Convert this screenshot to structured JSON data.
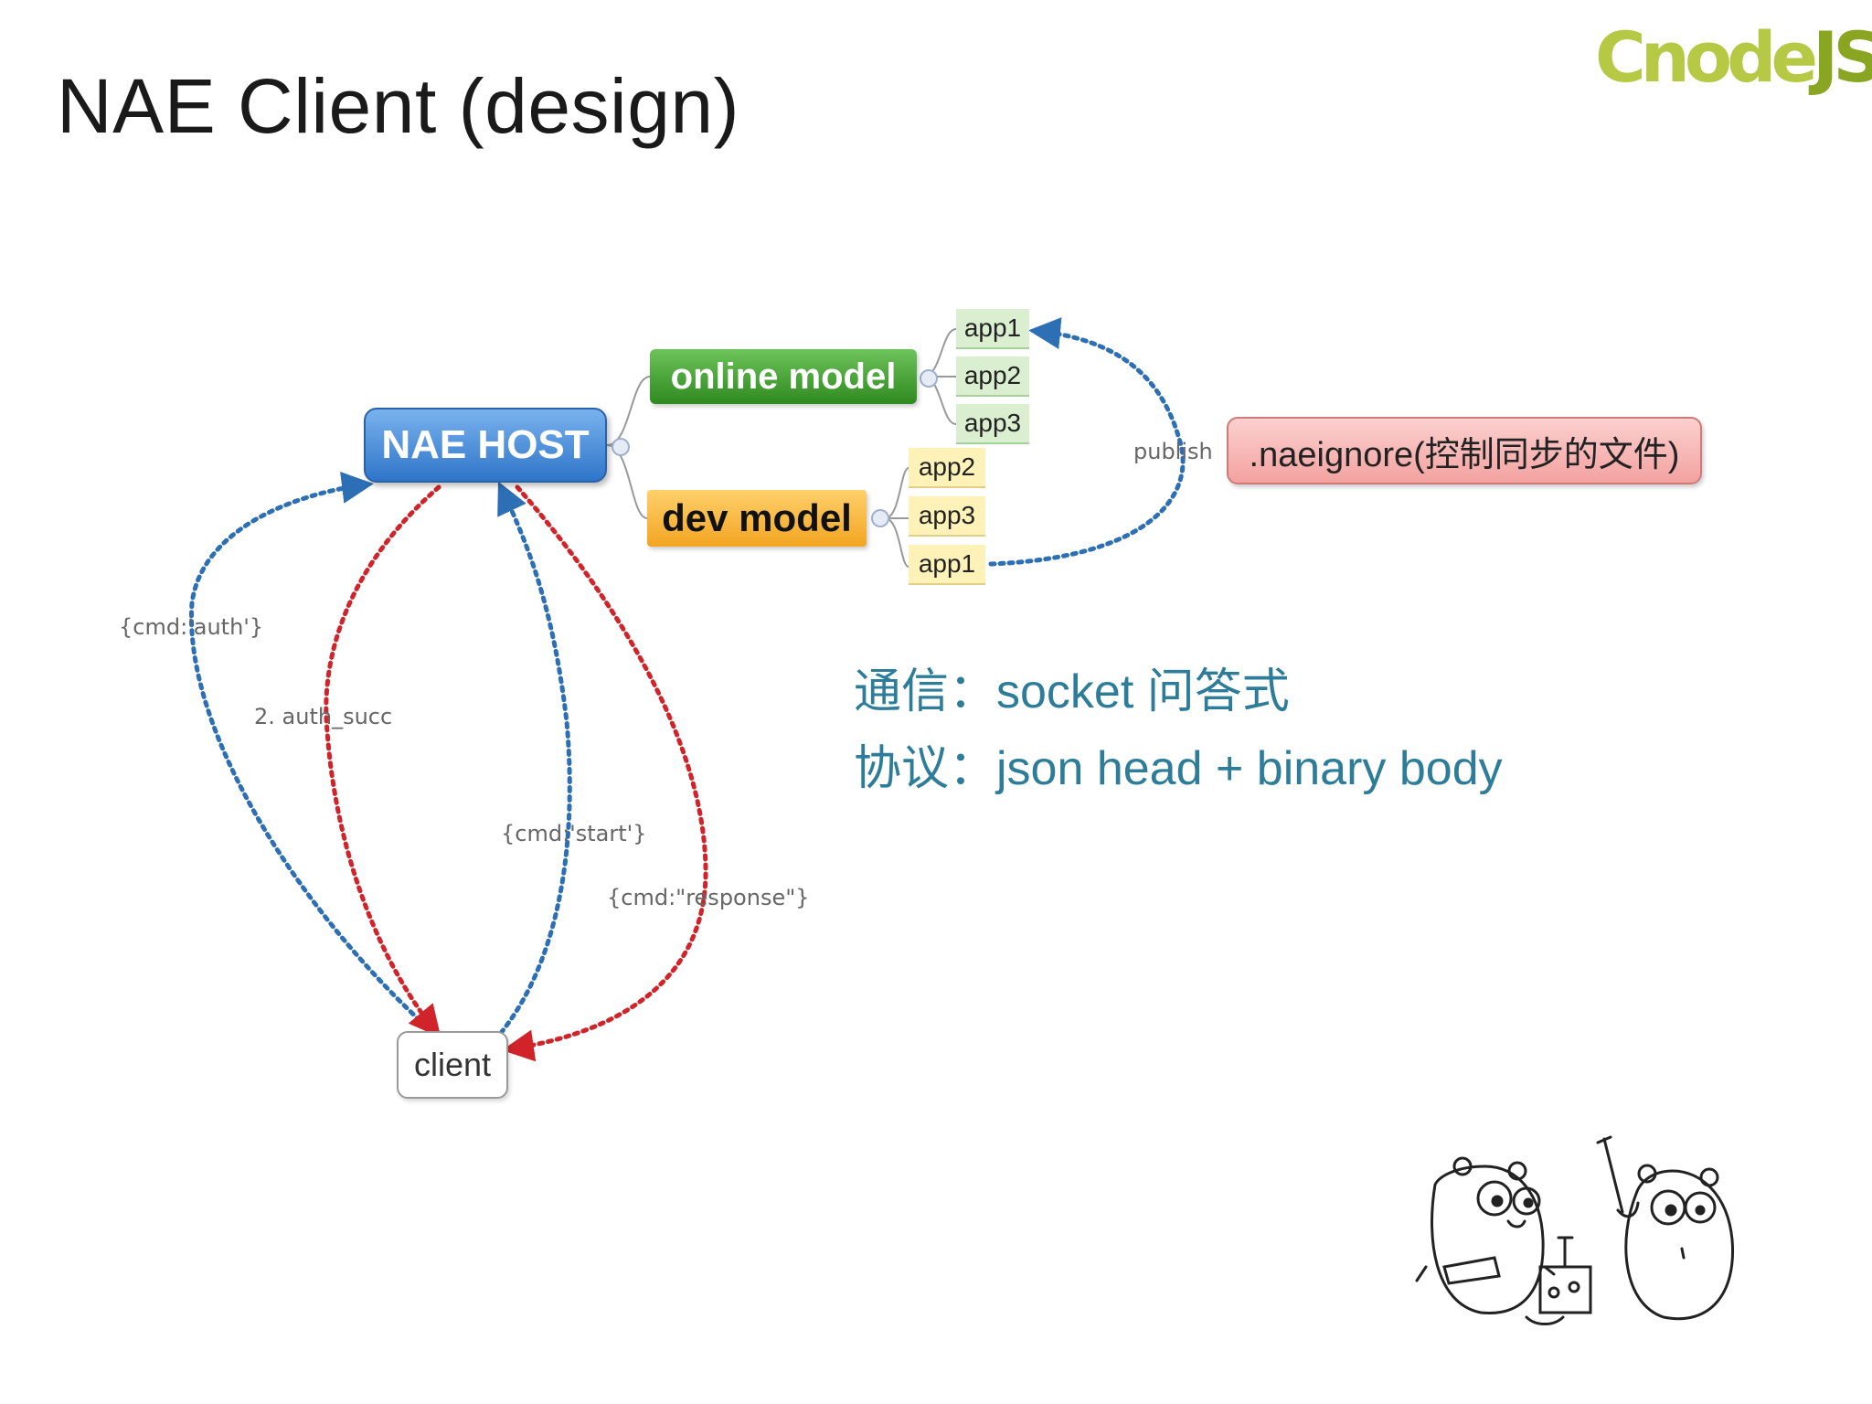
{
  "slide": {
    "title": "NAE Client (design)",
    "logo": {
      "prefix": "Cnode",
      "suffix": "JS"
    }
  },
  "diagram": {
    "host": "NAE HOST",
    "online_model": {
      "label": "online model",
      "apps": [
        "app1",
        "app2",
        "app3"
      ]
    },
    "dev_model": {
      "label": "dev model",
      "apps": [
        "app2",
        "app3",
        "app1"
      ]
    },
    "naeignore": ".naeignore(控制同步的文件)",
    "publish_label": "publish",
    "client": "client",
    "edge_labels": {
      "auth": "{cmd:'auth'}",
      "auth_succ": "2. auth_succ",
      "start": "{cmd:'start'}",
      "response": "{cmd:\"response\"}"
    }
  },
  "notes": {
    "line1": "通信：socket 问答式",
    "line2": "协议：json head +  binary body"
  },
  "colors": {
    "blue_arrow": "#2d6fb5",
    "red_arrow": "#d0232a",
    "note_text": "#2d7d9a"
  }
}
